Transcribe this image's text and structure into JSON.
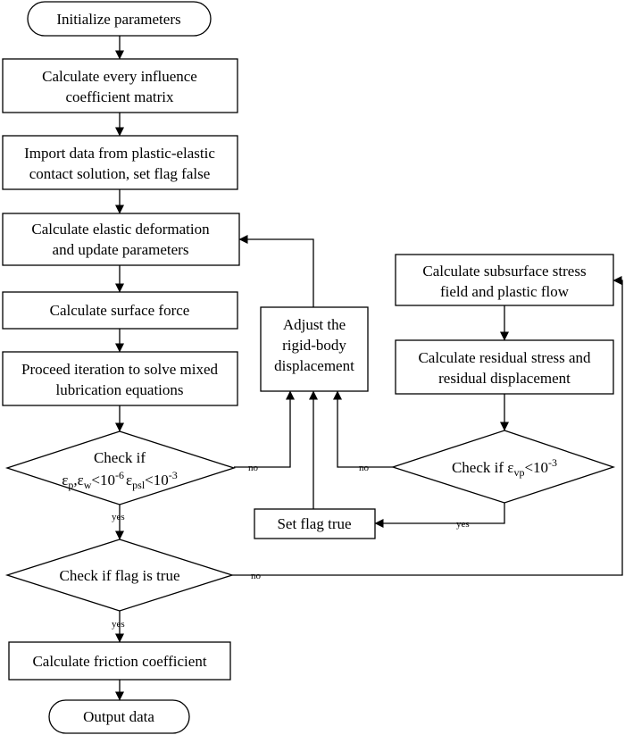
{
  "nodes": {
    "initialize": {
      "line1": "Initialize parameters"
    },
    "influence": {
      "line1": "Calculate every influence",
      "line2": "coefficient matrix"
    },
    "import_data": {
      "line1": "Import data from plastic-elastic",
      "line2": "contact solution, set flag false"
    },
    "elastic": {
      "line1": "Calculate elastic deformation",
      "line2": "and update parameters"
    },
    "surface_force": {
      "line1": "Calculate surface force"
    },
    "iteration": {
      "line1": "Proceed iteration to solve mixed",
      "line2": "lubrication equations"
    },
    "check_conv": {
      "line1": "Check if",
      "eps": "ε",
      "sub_p": "p",
      "sep": ",",
      "sub_w": "w",
      "lt": "<",
      "ten": "10",
      "exp1": "-6",
      "sub_psl": "psl",
      "exp2": "-3"
    },
    "check_flag": {
      "line1": "Check if flag is true"
    },
    "friction": {
      "line1": "Calculate friction coefficient"
    },
    "output": {
      "line1": "Output data"
    },
    "adjust": {
      "line1": "Adjust the",
      "line2": "rigid-body",
      "line3": "displacement"
    },
    "subsurface": {
      "line1": "Calculate subsurface stress",
      "line2": "field and plastic flow"
    },
    "residual": {
      "line1": "Calculate residual stress and",
      "line2": "residual displacement"
    },
    "check_vp": {
      "prefix": "Check if ",
      "eps": "ε",
      "sub_vp": "vp",
      "lt": "<",
      "ten": "10",
      "exp": "-3"
    },
    "set_flag": {
      "line1": "Set flag true"
    }
  },
  "edge_labels": {
    "conv_no": "no",
    "conv_yes": "yes",
    "flag_no": "no",
    "flag_yes": "yes",
    "vp_no": "no",
    "vp_yes": "yes"
  }
}
